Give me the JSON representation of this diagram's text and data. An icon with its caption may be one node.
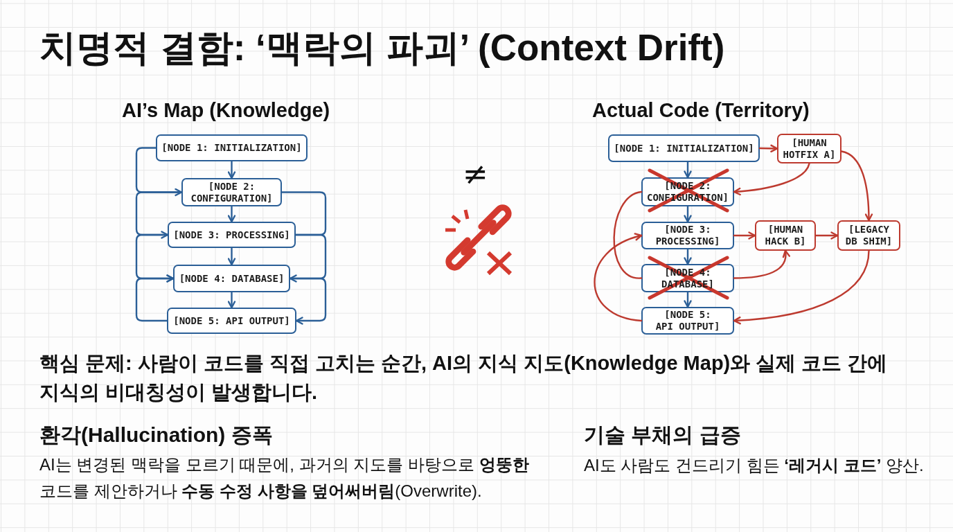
{
  "diagram": {
    "title": "치명적 결함: ‘맥락의 파괴’ (Context Drift)",
    "nodes": [
      {
        "text": [
          "[NODE 1: INITIALIZATION]"
        ]
      },
      {
        "text": [
          "[NODE 2: CONFIGURATION]"
        ]
      },
      {
        "text": [
          "[NODE 3: PROCESSING]"
        ]
      },
      {
        "text": [
          "[NODE 4: DATABASE]"
        ]
      },
      {
        "text": [
          "[NODE 5: API OUTPUT]"
        ]
      },
      {
        "text": [
          "[NODE 1: INITIALIZATION]"
        ]
      },
      {
        "text": [
          "[HUMAN HOTFIX A]"
        ]
      },
      {
        "text": [
          "[NODE 2: CONFIGURATION]"
        ]
      },
      {
        "text": [
          "[NODE 3: PROCESSING]"
        ]
      },
      {
        "text": [
          "[HUMAN HACK B]"
        ]
      },
      {
        "text": [
          "[LEGACY DB SHIM]"
        ]
      },
      {
        "text": [
          "[NODE 4: DATABASE]"
        ]
      },
      {
        "text": [
          "[NODE 5: API OUTPUT]"
        ]
      }
    ],
    "edges": [
      {
        "from": 0,
        "to": 1,
        "arrow": "to"
      },
      {
        "from": 1,
        "to": 2,
        "arrow": "to"
      },
      {
        "from": 2,
        "to": 3,
        "arrow": "to"
      },
      {
        "from": 3,
        "to": 4,
        "arrow": "to"
      },
      {
        "from": 0,
        "to": 1,
        "arrow": "to"
      },
      {
        "from": 1,
        "to": 2,
        "arrow": "to"
      },
      {
        "from": 2,
        "to": 3,
        "arrow": "to"
      },
      {
        "from": 4,
        "to": 3,
        "arrow": "to"
      },
      {
        "from": 1,
        "to": 2,
        "arrow": "none"
      },
      {
        "from": 2,
        "to": 3,
        "arrow": "to"
      },
      {
        "from": 3,
        "to": 4,
        "arrow": "to"
      },
      {
        "from": 5,
        "to": 7,
        "arrow": "to"
      },
      {
        "from": 7,
        "to": 8,
        "arrow": "to"
      },
      {
        "from": 8,
        "to": 11,
        "arrow": "to"
      },
      {
        "from": 11,
        "to": 12,
        "arrow": "to"
      },
      {
        "from": 5,
        "to": 6,
        "arrow": "to",
        "color": "#bd3a2f"
      },
      {
        "from": 6,
        "to": 7,
        "arrow": "to",
        "color": "#bd3a2f"
      },
      {
        "from": 6,
        "to": 10,
        "arrow": "to",
        "color": "#bd3a2f"
      },
      {
        "from": 8,
        "to": 9,
        "arrow": "to",
        "color": "#bd3a2f"
      },
      {
        "from": 9,
        "to": 10,
        "arrow": "to",
        "color": "#bd3a2f"
      },
      {
        "from": 11,
        "to": 9,
        "arrow": "to",
        "color": "#bd3a2f"
      },
      {
        "from": 10,
        "to": 12,
        "arrow": "to",
        "color": "#bd3a2f"
      },
      {
        "from": 7,
        "to": 11,
        "arrow": "none",
        "color": "#bd3a2f"
      },
      {
        "from": 12,
        "to": 8,
        "arrow": "to",
        "color": "#bd3a2f"
      }
    ],
    "labels": [
      "AI’s Map (Knowledge)",
      "Actual Code (Territory)",
      "≠",
      "핵심 문제: 사람이 코드를 직접 고치는 순간, AI의 지식 지도(Knowledge Map)와 실제 코드 간에 지식의 비대칭성이 발생합니다.",
      "환각(Hallucination) 증폭",
      "AI는 변경된 맥락을 모르기 때문에, 과거의 지도를 바탕으로 **엉뚱한** 코드를 제안하거나 **수동 수정 사항을 덮어써버림**(Overwrite).",
      "기술 부채의 급증",
      "AI도 사람도 건드리기 힘든 **‘레거시 코드’** 양산."
    ]
  }
}
